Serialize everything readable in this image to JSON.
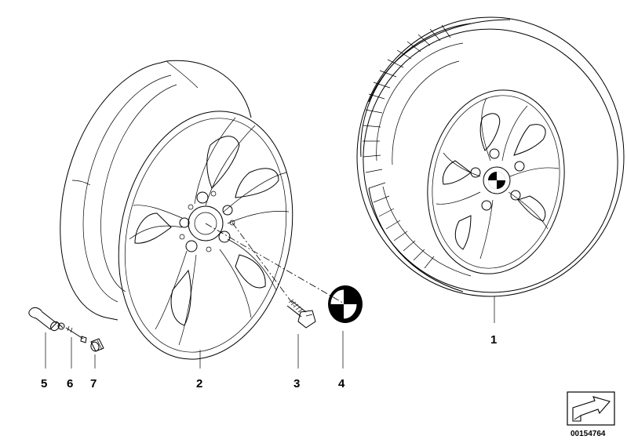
{
  "diagram": {
    "callouts": [
      {
        "id": "callout-1",
        "label": "1"
      },
      {
        "id": "callout-2",
        "label": "2"
      },
      {
        "id": "callout-3",
        "label": "3"
      },
      {
        "id": "callout-4",
        "label": "4"
      },
      {
        "id": "callout-5",
        "label": "5"
      },
      {
        "id": "callout-6",
        "label": "6"
      },
      {
        "id": "callout-7",
        "label": "7"
      }
    ],
    "document_number": "00154764"
  }
}
